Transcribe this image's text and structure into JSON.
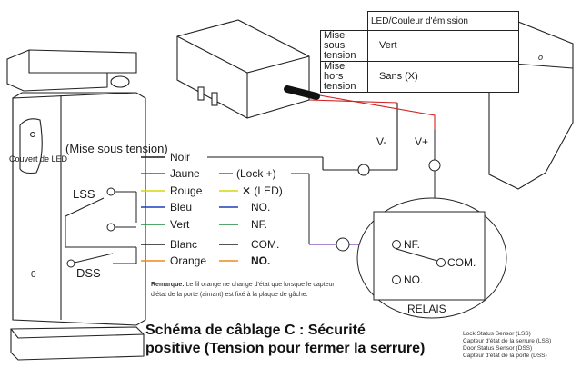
{
  "led_table": {
    "header": "LED/Couleur d'émission",
    "rows": [
      {
        "state": "Mise sous tension",
        "color": "Vert"
      },
      {
        "state": "Mise hors tension",
        "color": "Sans (X)"
      }
    ]
  },
  "device": {
    "led_cover_label": "Couvert de LED",
    "power_state_label": "(Mise sous tension)",
    "lss_label": "LSS",
    "dss_label": "DSS",
    "bottom_mark": "0"
  },
  "wires": [
    {
      "name": "Noir",
      "color": "#1a1a1a",
      "connection": "",
      "connection_bold": false
    },
    {
      "name": "Jaune",
      "color": "#d32020",
      "connection": "(Lock +)",
      "connection_bold": false
    },
    {
      "name": "Rouge",
      "color": "#d6d60a",
      "connection": "✕ (LED)",
      "connection_bold": false
    },
    {
      "name": "Bleu",
      "color": "#1a3fbf",
      "connection": "NO.",
      "connection_bold": false
    },
    {
      "name": "Vert",
      "color": "#1a8a3a",
      "connection": "NF.",
      "connection_bold": false
    },
    {
      "name": "Blanc",
      "color": "#1a1a1a",
      "connection": "COM.",
      "connection_bold": false
    },
    {
      "name": "Orange",
      "color": "#f08a1a",
      "connection": "NO.",
      "connection_bold": true
    }
  ],
  "power": {
    "v_minus": "V-",
    "v_plus": "V+"
  },
  "relay": {
    "title": "RELAIS",
    "nf": "NF.",
    "com": "COM.",
    "no": "NO."
  },
  "remark": {
    "label": "Remarque:",
    "text": "Le fil orange ne change d'état que lorsque le capteur d'état de la porte (aimant) est fixé à la plaque de gâche."
  },
  "title": {
    "line1": "Schéma de câblage C : Sécurité",
    "line2": "positive (Tension pour fermer la serrure)"
  },
  "legend_notes": [
    "Lock Status Sensor (LSS)",
    "Capteur d'état de la serrure (LSS)",
    "Door Status Sensor (DSS)",
    "Capteur d'état de la porte (DSS)"
  ],
  "colors": {
    "wire_red": "#d32020",
    "wire_black": "#1a1a1a",
    "wire_purple": "#7a3fb0",
    "wire_yellow": "#d6d60a",
    "wire_blue": "#1a3fbf",
    "wire_green": "#1a8a3a",
    "wire_orange": "#f08a1a",
    "line": "#222222"
  }
}
